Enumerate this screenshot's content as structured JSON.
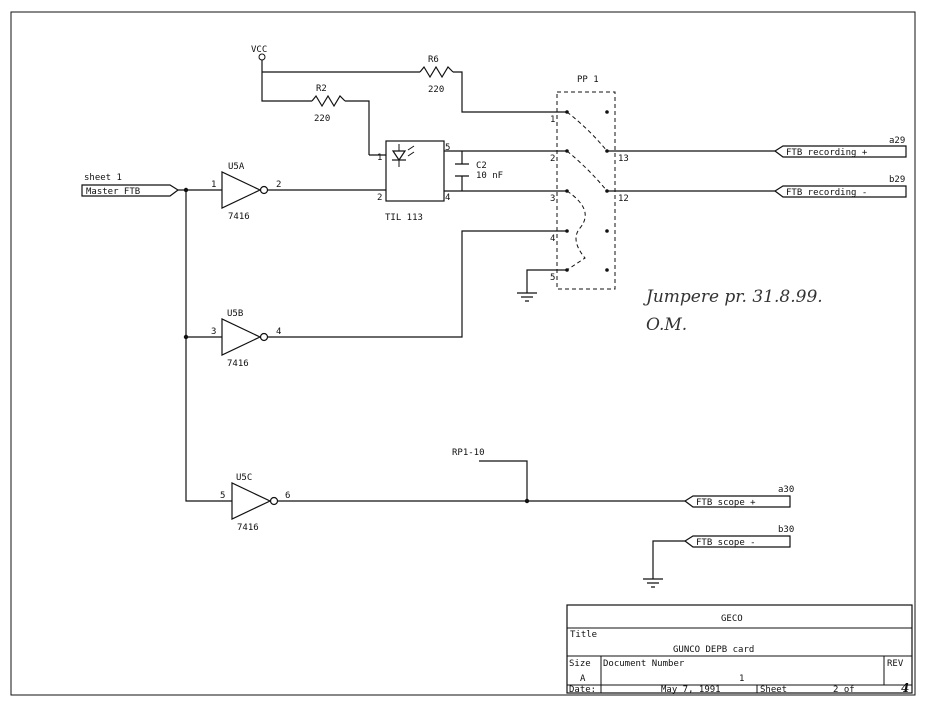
{
  "power": {
    "vcc": "VCC"
  },
  "resistors": [
    {
      "ref": "R2",
      "value": "220"
    },
    {
      "ref": "R6",
      "value": "220"
    }
  ],
  "capacitor": {
    "ref": "C2",
    "value": "10 nF"
  },
  "optocoupler": {
    "part": "TIL 113",
    "pins": [
      "1",
      "2",
      "5",
      "4"
    ]
  },
  "gates": [
    {
      "ref": "U5A",
      "part": "7416",
      "pin_in": "1",
      "pin_out": "2"
    },
    {
      "ref": "U5B",
      "part": "7416",
      "pin_in": "3",
      "pin_out": "4"
    },
    {
      "ref": "U5C",
      "part": "7416",
      "pin_in": "5",
      "pin_out": "6"
    }
  ],
  "input": {
    "sheet": "sheet 1",
    "label": "Master FTB"
  },
  "jumper_block": {
    "ref": "PP 1",
    "left_pins": [
      "1",
      "2",
      "3",
      "4",
      "5"
    ],
    "right_pins": [
      "13",
      "12"
    ]
  },
  "connectors": [
    {
      "pin": "a29",
      "label": "FTB recording +"
    },
    {
      "pin": "b29",
      "label": "FTB recording -"
    },
    {
      "pin": "a30",
      "label": "FTB scope +"
    },
    {
      "pin": "b30",
      "label": "FTB scope -"
    }
  ],
  "resistor_pack": {
    "label": "RP1-10"
  },
  "annotation": {
    "line1": "Jumpere pr. 31.8.99.",
    "line2": "O.M."
  },
  "title_block": {
    "company": "GECO",
    "title_label": "Title",
    "title": "GUNCO DEPB card",
    "size_label": "Size",
    "size": "A",
    "docnum_label": "Document Number",
    "docnum": "1",
    "rev_label": "REV",
    "date_label": "Date:",
    "date": "May  7, 1991",
    "sheet_label": "Sheet",
    "sheet_of": "2 of",
    "sheet_total": "4"
  }
}
